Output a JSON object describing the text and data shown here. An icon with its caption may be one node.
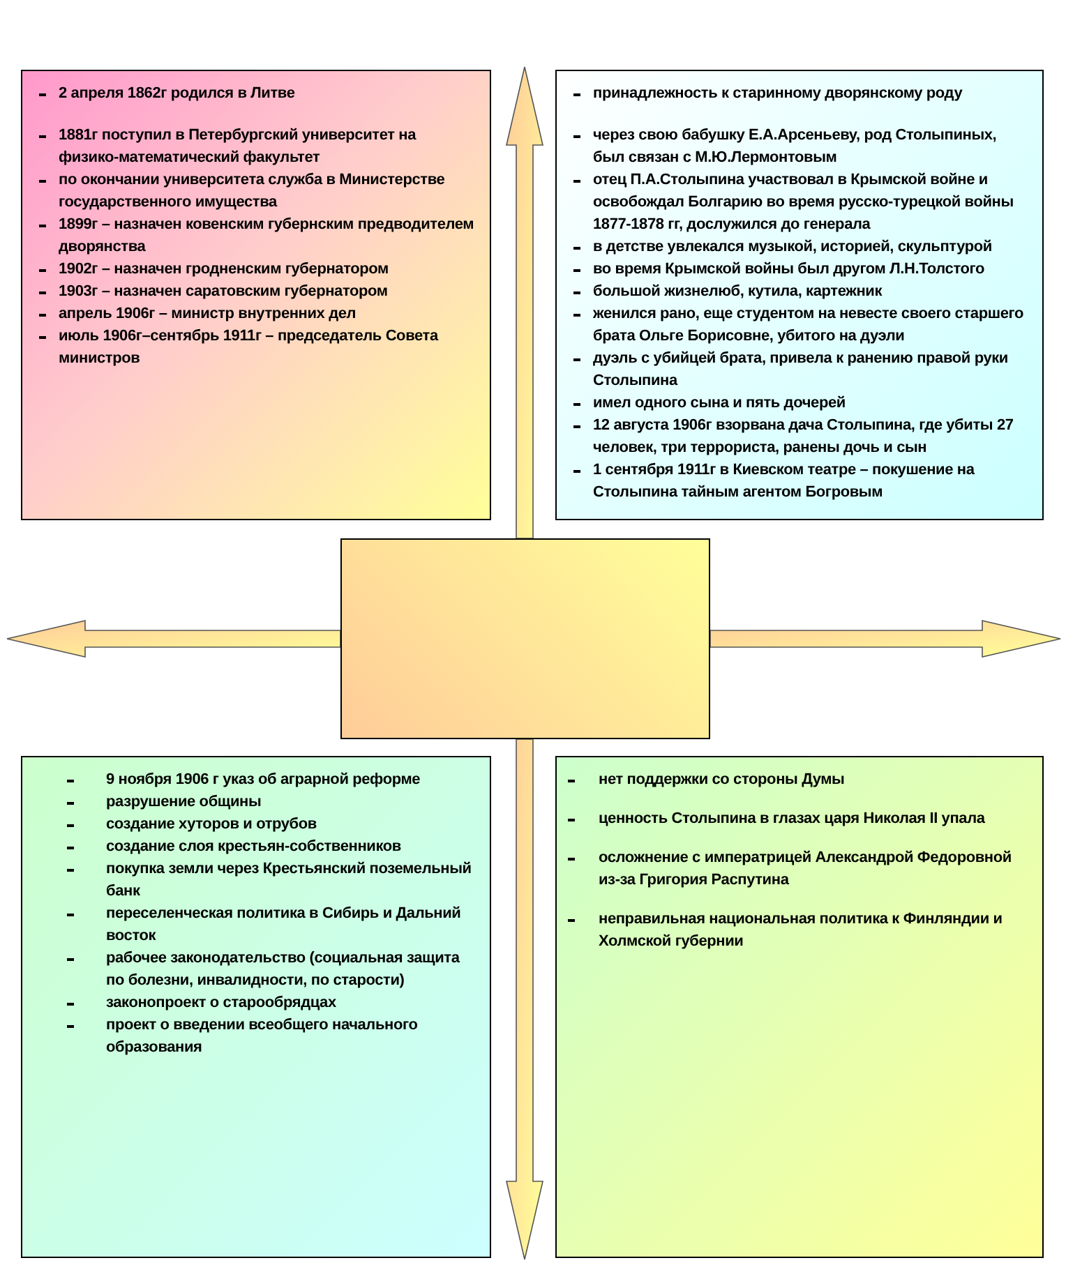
{
  "diagram": {
    "nodes": [
      {
        "text": [
          "2 апреля 1862г родился в Литве",
          "1881г поступил в Петербургский университет на физико-математический факультет",
          "по окончании университета служба в Министерстве государственного имущества",
          "1899г – назначен ковенским губернским предводителем дворянства",
          "1902г – назначен гродненским губернатором",
          "1903г – назначен саратовским губернатором",
          "апрель 1906г – министр внутренних дел",
          "июль 1906г–сентябрь 1911г – председатель Совета министров"
        ]
      },
      {
        "text": [
          "принадлежность к старинному дворянскому роду",
          "через свою бабушку Е.А.Арсеньеву, род Столыпиных, был связан с М.Ю.Лермонтовым",
          "отец П.А.Столыпина участвовал в Крымской войне и освобождал Болгарию во время русско-турецкой войны 1877-1878 гг, дослужился до генерала",
          "в детстве увлекался музыкой, историей, скульптурой",
          "во время Крымской войны был другом Л.Н.Толстого",
          "большой жизнелюб, кутила, картежник",
          "женился рано, еще студентом на невесте своего старшего брата Ольге Борисовне, убитого на дуэли",
          "дуэль с убийцей брата, привела к ранению правой руки Столыпина",
          "имел одного сына и пять дочерей",
          "12 августа 1906г взорвана дача Столыпина, где убиты 27 человек, три террориста, ранены дочь и сын",
          "1 сентября 1911г в Киевском театре – покушение на Столыпина тайным агентом Богровым"
        ]
      },
      {
        "text": [],
        "shape": "box"
      },
      {
        "text": [
          "9 ноября 1906 г указ об аграрной реформе",
          "разрушение общины",
          "создание хуторов и отрубов",
          "создание слоя крестьян-собственников",
          "покупка земли через Крестьянский поземельный банк",
          "переселенческая политика в Сибирь и Дальний восток",
          "рабочее законодательство (социальная защита по болезни, инвалидности, по старости)",
          "законопроект о старообрядцах",
          "проект о введении всеобщего начального образования"
        ]
      },
      {
        "text": [
          "нет поддержки со стороны Думы",
          "ценность Столыпина в глазах царя Николая II упала",
          "осложнение с императрицей Александрой Федоровной из-за Григория Распутина",
          "неправильная национальная политика к Финляндии и Холмской губернии"
        ]
      }
    ],
    "edges": [
      {
        "from": 2,
        "to": null,
        "arrow": "to"
      },
      {
        "from": 2,
        "to": null,
        "arrow": "to"
      },
      {
        "from": 2,
        "to": null,
        "arrow": "to"
      },
      {
        "from": 2,
        "to": null,
        "arrow": "to"
      }
    ]
  }
}
